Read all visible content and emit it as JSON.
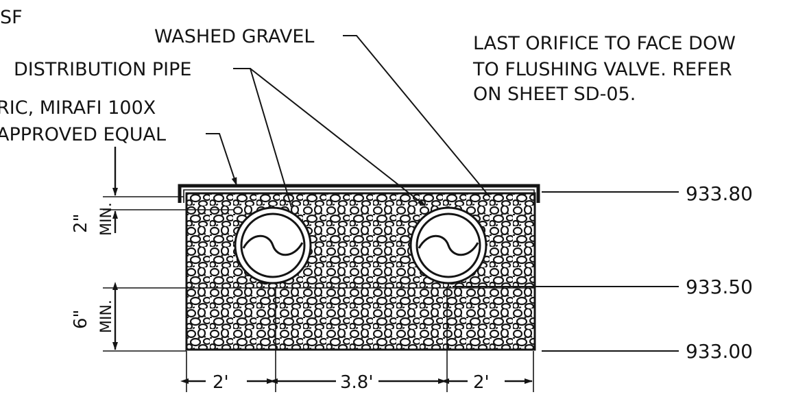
{
  "labels": {
    "sf": "SF",
    "washed_gravel": "WASHED GRAVEL",
    "distribution_pipe": "DISTRIBUTION PIPE",
    "fabric_line1": "RIC, MIRAFI 100X",
    "fabric_line2": "APPROVED EQUAL",
    "note_line1": "LAST ORIFICE TO FACE DOW",
    "note_line2": "TO FLUSHING VALVE. REFER",
    "note_line3": "ON SHEET SD-05."
  },
  "elevations": {
    "top": "933.80",
    "middle": "933.50",
    "bottom": "933.00"
  },
  "dimensions": {
    "cover": "2\"",
    "cover_min": "MIN.",
    "bedding": "6\"",
    "bedding_min": "MIN.",
    "left_offset": "2'",
    "pipe_spacing": "3.8'",
    "right_offset": "2'"
  },
  "colors": {
    "ink": "#141414",
    "paper": "#ffffff"
  }
}
